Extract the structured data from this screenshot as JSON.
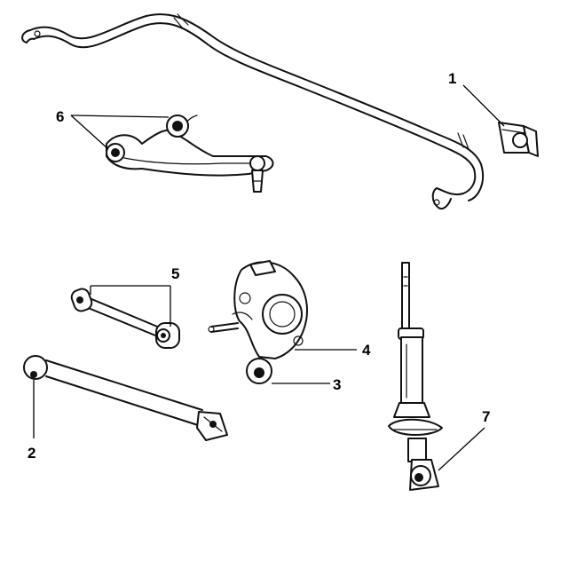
{
  "diagram": {
    "callouts": [
      {
        "id": "1",
        "label": "1",
        "part": "stabilizer-bar-bushing"
      },
      {
        "id": "2",
        "label": "2",
        "part": "trailing-link"
      },
      {
        "id": "3",
        "label": "3",
        "part": "knuckle-lower-bushing"
      },
      {
        "id": "4",
        "label": "4",
        "part": "rear-knuckle"
      },
      {
        "id": "5",
        "label": "5",
        "part": "lateral-link"
      },
      {
        "id": "6",
        "label": "6",
        "part": "upper-control-arm"
      },
      {
        "id": "7",
        "label": "7",
        "part": "shock-absorber"
      }
    ]
  }
}
